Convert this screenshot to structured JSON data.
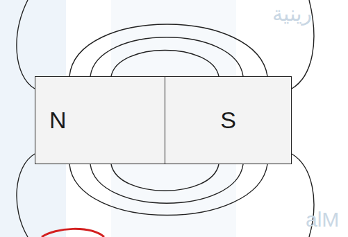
{
  "diagram": {
    "nodes": [
      {
        "text": [
          "N"
        ]
      },
      {
        "text": [
          "S"
        ]
      }
    ],
    "labels": [
      "رينية",
      "alM"
    ]
  }
}
